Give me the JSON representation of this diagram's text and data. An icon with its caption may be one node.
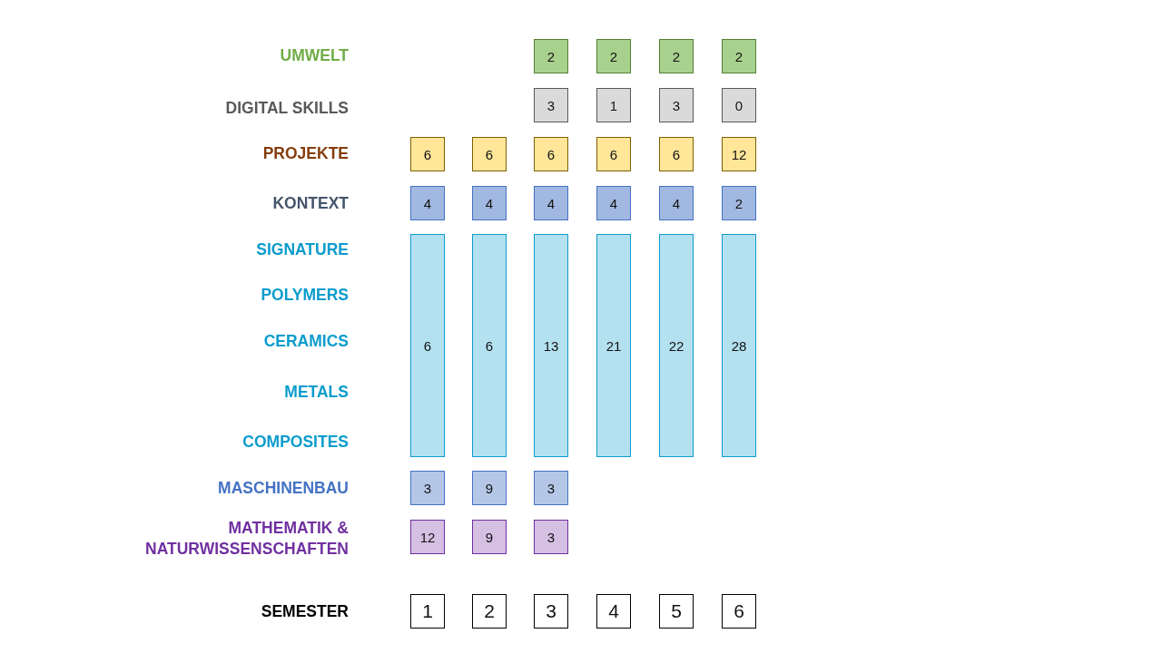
{
  "diagram": {
    "nodes": [
      {
        "text": [
          "2"
        ]
      },
      {
        "text": [
          "2"
        ]
      },
      {
        "text": [
          "2"
        ]
      },
      {
        "text": [
          "2"
        ]
      },
      {
        "text": [
          "3"
        ]
      },
      {
        "text": [
          "1"
        ]
      },
      {
        "text": [
          "3"
        ]
      },
      {
        "text": [
          "0"
        ]
      },
      {
        "text": [
          "6"
        ]
      },
      {
        "text": [
          "6"
        ]
      },
      {
        "text": [
          "6"
        ]
      },
      {
        "text": [
          "6"
        ]
      },
      {
        "text": [
          "6"
        ]
      },
      {
        "text": [
          "12"
        ]
      },
      {
        "text": [
          "4"
        ]
      },
      {
        "text": [
          "4"
        ]
      },
      {
        "text": [
          "4"
        ]
      },
      {
        "text": [
          "4"
        ]
      },
      {
        "text": [
          "4"
        ]
      },
      {
        "text": [
          "2"
        ]
      },
      {
        "text": [
          "6"
        ]
      },
      {
        "text": [
          "6"
        ]
      },
      {
        "text": [
          "13"
        ]
      },
      {
        "text": [
          "21"
        ]
      },
      {
        "text": [
          "22"
        ]
      },
      {
        "text": [
          "28"
        ]
      },
      {
        "text": [
          "3"
        ]
      },
      {
        "text": [
          "9"
        ]
      },
      {
        "text": [
          "3"
        ]
      },
      {
        "text": [
          "12"
        ]
      },
      {
        "text": [
          "9"
        ]
      },
      {
        "text": [
          "3"
        ]
      },
      {
        "text": [
          "1"
        ]
      },
      {
        "text": [
          "2"
        ]
      },
      {
        "text": [
          "3"
        ]
      },
      {
        "text": [
          "4"
        ]
      },
      {
        "text": [
          "5"
        ]
      },
      {
        "text": [
          "6"
        ]
      }
    ],
    "labels": [
      "UMWELT",
      "DIGITAL SKILLS",
      "PROJEKTE",
      "KONTEXT",
      "SIGNATURE",
      "POLYMERS",
      "CERAMICS",
      "METALS",
      "COMPOSITES",
      "MASCHINENBAU",
      "MATHEMATIK & NATURWISSENSCHAFTEN",
      "SEMESTER"
    ]
  }
}
